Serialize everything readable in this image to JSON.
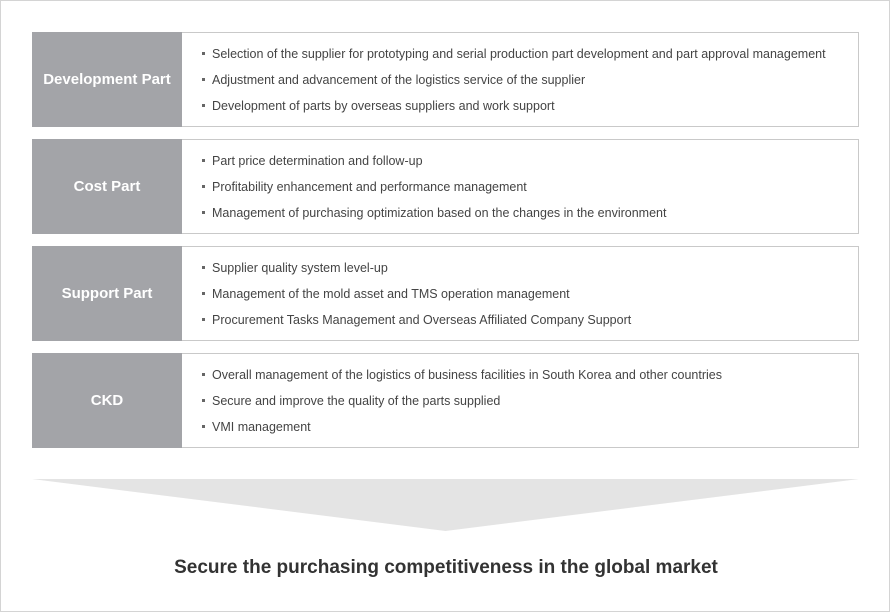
{
  "groups": [
    {
      "label": "Development Part",
      "items": [
        "Selection of the supplier for prototyping and serial production part development and part approval management",
        "Adjustment and advancement of the logistics service of the supplier",
        "Development of parts by overseas suppliers and work support"
      ]
    },
    {
      "label": "Cost Part",
      "items": [
        "Part price determination and follow-up",
        "Profitability enhancement and performance management",
        "Management of purchasing optimization based on the changes in the environment"
      ]
    },
    {
      "label": "Support Part",
      "items": [
        "Supplier quality system level-up",
        "Management of the mold asset and TMS operation management",
        "Procurement Tasks Management and Overseas Affiliated Company Support"
      ]
    },
    {
      "label": "CKD",
      "items": [
        "Overall management of the logistics of business facilities in South Korea and other countries",
        "Secure and improve the quality of the parts supplied",
        "VMI management"
      ]
    }
  ],
  "conclusion": "Secure the purchasing competitiveness in the global market",
  "colors": {
    "label_bg": "#a3a4a8",
    "label_text": "#ffffff",
    "border": "#c9c9c9",
    "arrow": "#e4e4e4",
    "text": "#444444"
  },
  "icons": {
    "bullet": "square-bullet-icon",
    "arrow": "down-arrow-icon"
  }
}
